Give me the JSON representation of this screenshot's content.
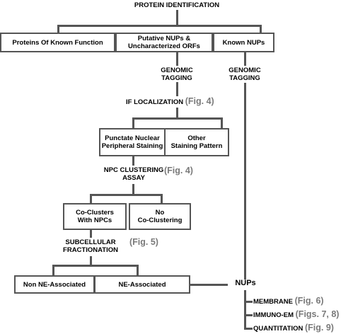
{
  "title": "PROTEIN IDENTIFICATION",
  "nodes": {
    "known_function": "Proteins  Of Known Function",
    "putative": [
      "Putative NUPs &",
      "Uncharacterized ORFs"
    ],
    "known_nups": "Known NUPs",
    "genomic_tagging_left": [
      "GENOMIC",
      "TAGGING"
    ],
    "genomic_tagging_right": [
      "GENOMIC",
      "TAGGING"
    ],
    "if_localization": "IF LOCALIZATION",
    "if_fig": "(Fig. 4)",
    "punctate": [
      "Punctate Nuclear",
      "Peripheral Staining"
    ],
    "other_staining": [
      "Other",
      "Staining Pattern"
    ],
    "npc_clustering": [
      "NPC CLUSTERING",
      "ASSAY"
    ],
    "npc_fig": "(Fig. 4)",
    "co_clusters": [
      "Co-Clusters",
      "With NPCs"
    ],
    "no_clustering": [
      "No",
      "Co-Clustering"
    ],
    "subcellular": [
      "SUBCELLULAR",
      "FRACTIONATION"
    ],
    "subcellular_fig": "(Fig. 5)",
    "non_ne": "Non NE-Associated",
    "ne": "NE-Associated",
    "nups": "NUPs",
    "membrane": "MEMBRANE",
    "membrane_fig": "(Fig. 6)",
    "immuno_em": "IMMUNO-EM",
    "immuno_fig": "(Figs. 7, 8)",
    "quantitation": "QUANTITATION",
    "quant_fig": "(Fig. 9)"
  },
  "colors": {
    "line": "#555555",
    "figure_ref": "#7a7a7a",
    "text": "#000000"
  }
}
